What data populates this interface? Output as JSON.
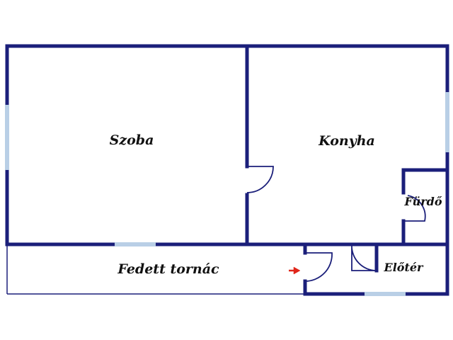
{
  "floorplan": {
    "rooms": {
      "szoba": "Szoba",
      "konyha": "Konyha",
      "furdo": "Fürdő",
      "eloter": "Előtér",
      "tornac": "Fedett tornác"
    },
    "colors": {
      "wall": "#1b1f7a",
      "window": "#b9cfe6",
      "door_swing": "#1b1f7a",
      "entrance_arrow": "#e0261a",
      "background": "#ffffff",
      "label": "#111111"
    },
    "icons": {
      "entrance": "entrance-arrow-icon"
    }
  }
}
